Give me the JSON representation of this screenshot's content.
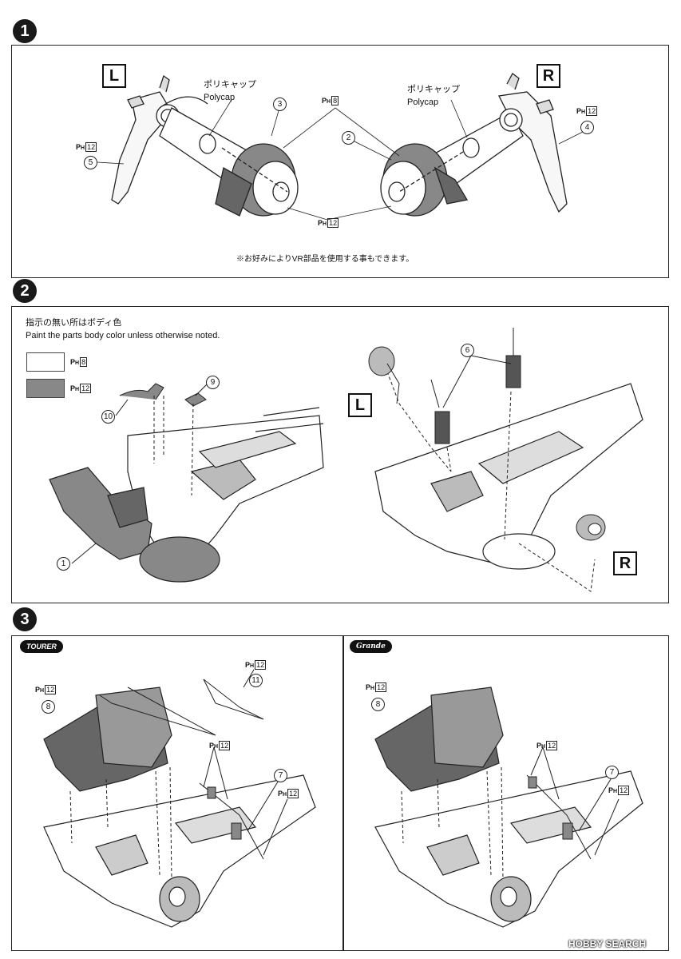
{
  "steps": [
    "1",
    "2",
    "3"
  ],
  "step1": {
    "left_label": "L",
    "right_label": "R",
    "polycap_jp_left": "ポリキャップ",
    "polycap_en_left": "Polycap",
    "polycap_jp_right": "ポリキャップ",
    "polycap_en_right": "Polycap",
    "part_ph": "P",
    "ph_sub": "H",
    "ph8": "8",
    "ph12": "12",
    "part3": "3",
    "part5": "5",
    "part2": "2",
    "part4": "4",
    "note": "※お好みによりVR部品を使用する事もできます。"
  },
  "step2": {
    "note_jp": "指示の無い所はボディ色",
    "note_en": "Paint the parts body color unless otherwise noted.",
    "legend_white": "8",
    "legend_gray": "12",
    "part10": "10",
    "part9": "9",
    "part1": "1",
    "part6": "6",
    "left_label": "L",
    "right_label": "R"
  },
  "step3": {
    "tourer_badge": "TOURER",
    "grande_badge": "Grande",
    "part8": "8",
    "part11": "11",
    "part7": "7",
    "ph12": "12"
  },
  "watermark": "HOBBY SEARCH",
  "colors": {
    "gray_fill": "#777777",
    "line": "#222222"
  }
}
